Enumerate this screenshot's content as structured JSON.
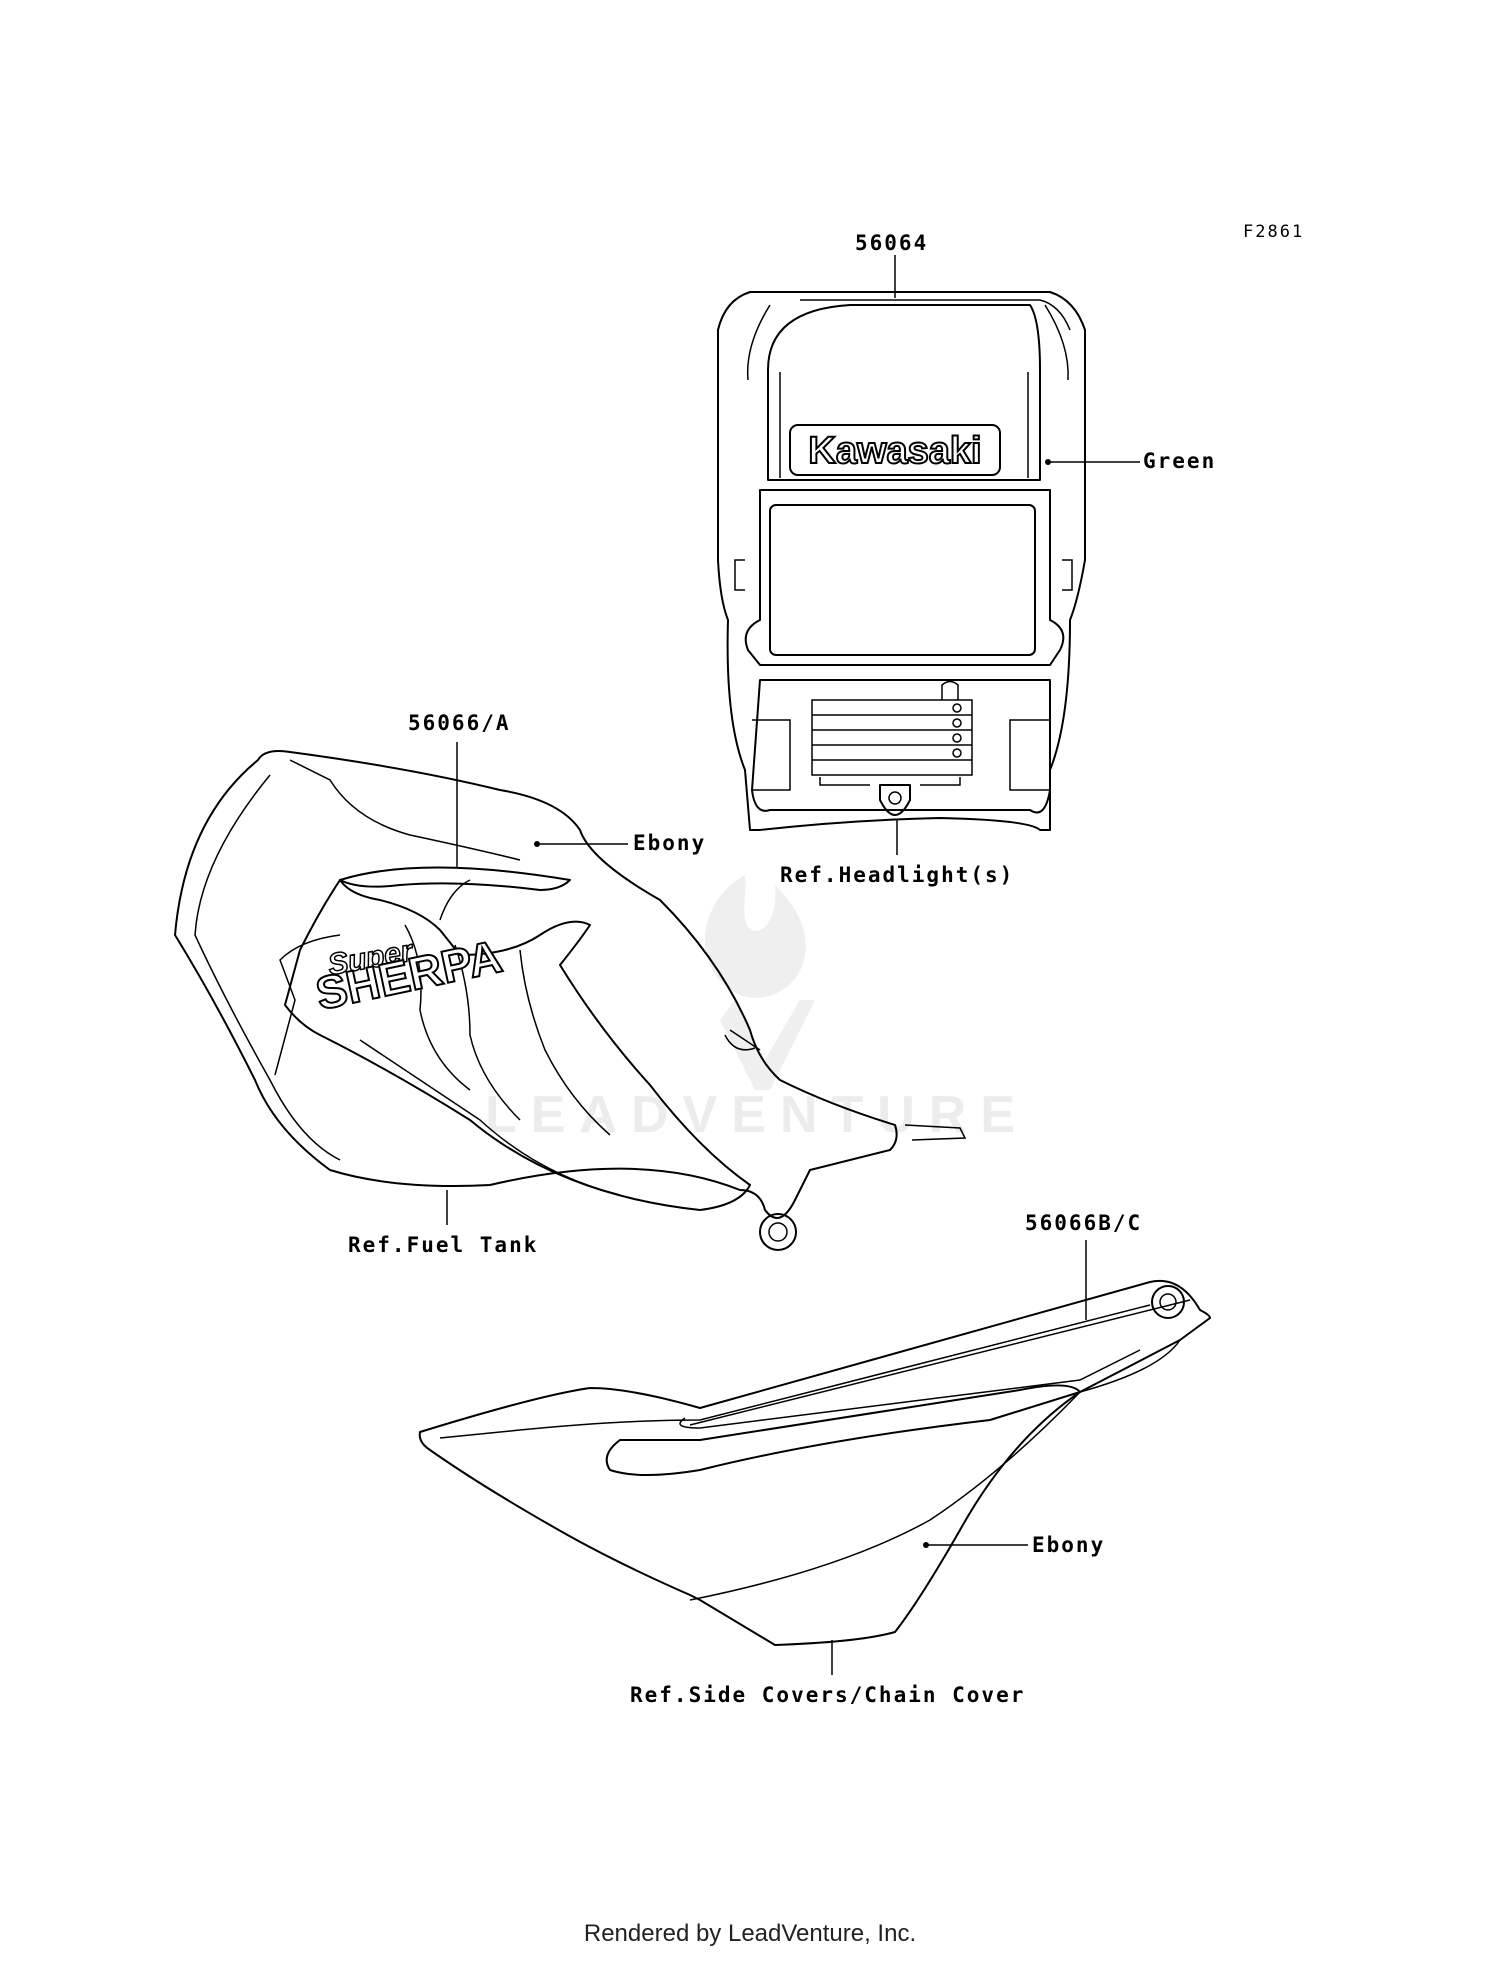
{
  "figure_id": "F2861",
  "watermark": "LEADVENTURE",
  "parts": {
    "headlight_decal": {
      "part_number": "56064",
      "color": "Green",
      "reference": "Ref.Headlight(s)",
      "logo_text": "Kawasaki"
    },
    "fuel_tank_decal": {
      "part_number": "56066/A",
      "color": "Ebony",
      "reference": "Ref.Fuel Tank",
      "logo_script": "Super",
      "logo_text": "SHERPA"
    },
    "side_cover_decal": {
      "part_number": "56066B/C",
      "color": "Ebony",
      "reference": "Ref.Side Covers/Chain Cover"
    }
  },
  "footer": "Rendered by LeadVenture, Inc."
}
